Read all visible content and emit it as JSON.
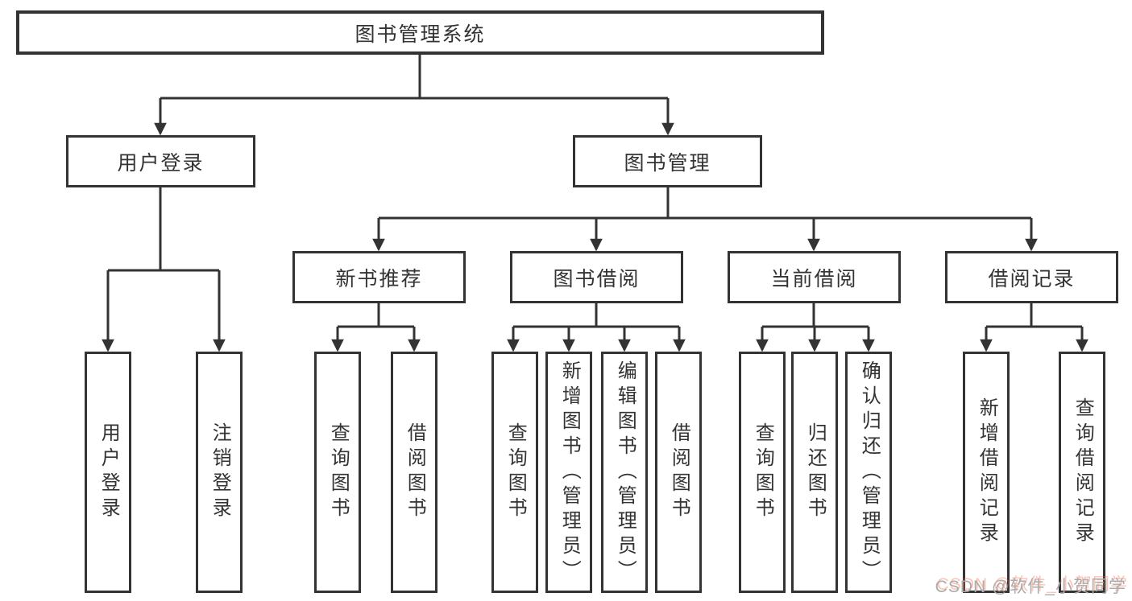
{
  "diagram_title": "图书管理系统",
  "tree": {
    "root": {
      "label": "图书管理系统"
    },
    "branches": [
      {
        "label": "用户登录",
        "children": [
          {
            "label": "用户登录"
          },
          {
            "label": "注销登录"
          }
        ]
      },
      {
        "label": "图书管理",
        "children": [
          {
            "label": "新书推荐",
            "children": [
              {
                "label": "查询图书"
              },
              {
                "label": "借阅图书"
              }
            ]
          },
          {
            "label": "图书借阅",
            "children": [
              {
                "label": "查询图书"
              },
              {
                "label": "新增图书（管理员）"
              },
              {
                "label": "编辑图书（管理员）"
              },
              {
                "label": "借阅图书"
              }
            ]
          },
          {
            "label": "当前借阅",
            "children": [
              {
                "label": "查询图书"
              },
              {
                "label": "归还图书"
              },
              {
                "label": "确认归还（管理员）"
              }
            ]
          },
          {
            "label": "借阅记录",
            "children": [
              {
                "label": "新增借阅记录"
              },
              {
                "label": "查询借阅记录"
              }
            ]
          }
        ]
      }
    ]
  },
  "watermark": {
    "text": "CSDN @软件_小贺同学"
  },
  "colors": {
    "line": "#333333",
    "box_background": "#ffffff",
    "text": "#333333",
    "watermark_gray": "#ababab",
    "watermark_accent": "#fc5531"
  }
}
